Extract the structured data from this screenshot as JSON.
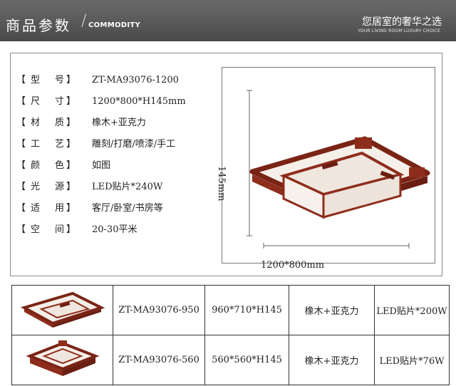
{
  "header": {
    "title": "商品参数",
    "slash": "/",
    "subtitle": "COMMODITY",
    "slogan": "您居室的奢华之选",
    "slogan_en": "YOUR LIVING ROOM LUXURY CHOICE"
  },
  "specs": [
    {
      "k1": "型",
      "k2": "号",
      "value": "ZT-MA93076-1200"
    },
    {
      "k1": "尺",
      "k2": "寸",
      "value": "1200*800*H145mm"
    },
    {
      "k1": "材",
      "k2": "质",
      "value": "橡木+亚克力"
    },
    {
      "k1": "工",
      "k2": "艺",
      "value": "雕刻/打磨/喷漆/手工"
    },
    {
      "k1": "颜",
      "k2": "色",
      "value": "如图"
    },
    {
      "k1": "光",
      "k2": "源",
      "value": "LED贴片*240W"
    },
    {
      "k1": "适",
      "k2": "用",
      "value": "客厅/卧室/书房等"
    },
    {
      "k1": "空",
      "k2": "间",
      "value": "20-30平米"
    }
  ],
  "bracket_left": "【",
  "bracket_right": "】",
  "dimensions": {
    "width_label": "1200*800mm",
    "height_label": "145mm"
  },
  "variants": [
    {
      "model": "ZT-MA93076-950",
      "size": "960*710*H145",
      "material": "橡木+亚克力",
      "light": "LED贴片*200W"
    },
    {
      "model": "ZT-MA93076-560",
      "size": "560*560*H145",
      "material": "橡木+亚克力",
      "light": "LED贴片*76W"
    }
  ],
  "colors": {
    "header_bg": "#5a5a5a",
    "wood": "#8e2d1c",
    "wood_dark": "#6b1e12",
    "acrylic": "#f3ece6"
  }
}
